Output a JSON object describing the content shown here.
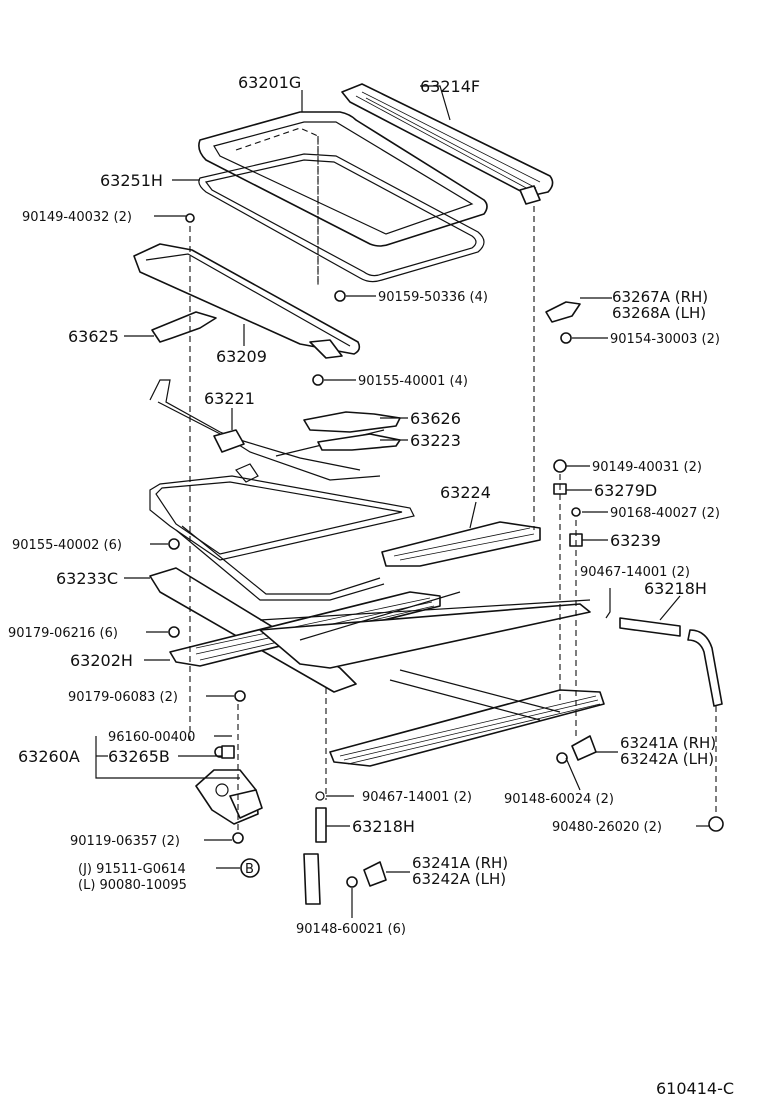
{
  "parts": {
    "p_63201G": "63201G",
    "p_63214F": "63214F",
    "p_63251H": "63251H",
    "p_90149_40032": "90149-40032 (2)",
    "p_90159_50336": "90159-50336 (4)",
    "p_63267A": "63267A (RH)",
    "p_63268A": "63268A (LH)",
    "p_90154_30003": "90154-30003 (2)",
    "p_63625": "63625",
    "p_63209": "63209",
    "p_90155_40001": "90155-40001 (4)",
    "p_63221": "63221",
    "p_63626": "63626",
    "p_63223": "63223",
    "p_90149_40031": "90149-40031 (2)",
    "p_63279D": "63279D",
    "p_63224": "63224",
    "p_90168_40027": "90168-40027 (2)",
    "p_90155_40002": "90155-40002 (6)",
    "p_63239": "63239",
    "p_63233C": "63233C",
    "p_90467_14001_a": "90467-14001 (2)",
    "p_63218H_a": "63218H",
    "p_90179_06216": "90179-06216 (6)",
    "p_63202H": "63202H",
    "p_90179_06083": "90179-06083 (2)",
    "p_96160_00400": "96160-00400",
    "p_63260A": "63260A",
    "p_63265B": "63265B",
    "p_63241A_a": "63241A (RH)",
    "p_63242A_a": "63242A (LH)",
    "p_90148_60024": "90148-60024 (2)",
    "p_90467_14001_b": "90467-14001 (2)",
    "p_90119_06357": "90119-06357 (2)",
    "p_63218H_b": "63218H",
    "p_90480_26020": "90480-26020 (2)",
    "p_91511": "(J) 91511-G0614",
    "p_90080": "(L) 90080-10095",
    "p_63241A_b": "63241A (RH)",
    "p_63242A_b": "63242A (LH)",
    "p_90148_60021": "90148-60021 (6)",
    "marker_b": "B"
  },
  "drawing_code": "610414-C"
}
